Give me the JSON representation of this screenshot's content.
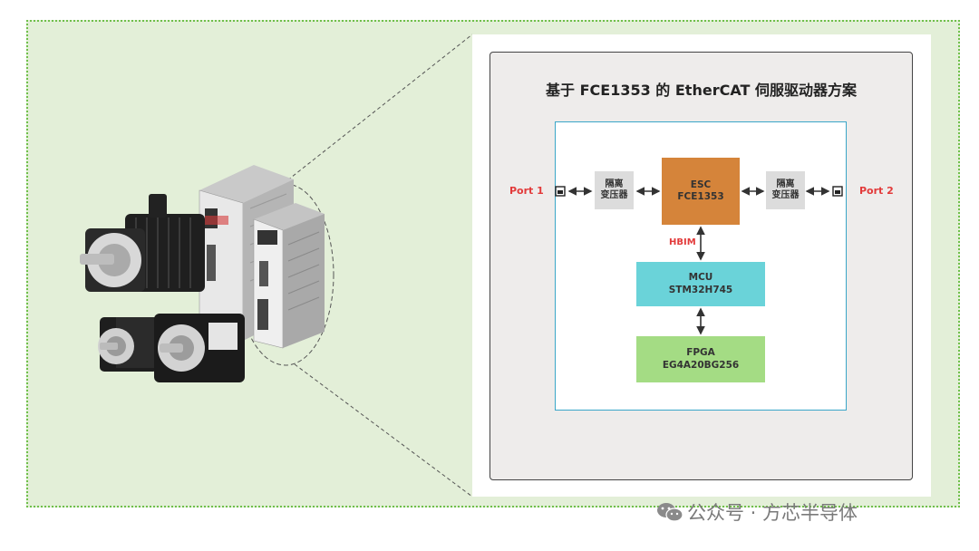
{
  "diagram": {
    "title": "基于 FCE1353 的 EtherCAT 伺服驱动器方案",
    "port1": "Port 1",
    "port2": "Port 2",
    "iso_left": [
      "隔离",
      "变压器"
    ],
    "iso_right": [
      "隔离",
      "变压器"
    ],
    "esc": [
      "ESC",
      "FCE1353"
    ],
    "hbim": "HBIM",
    "mcu": [
      "MCU",
      "STM32H745"
    ],
    "fpga": [
      "FPGA",
      "EG4A20BG256"
    ]
  },
  "watermark": {
    "icon": "wechat-icon",
    "text": "公众号 · 方芯半导体"
  },
  "colors": {
    "frame_bg": "#e3efd8",
    "frame_border": "#6fbf4a",
    "esc": "#d5843a",
    "mcu": "#6ad3d9",
    "fpga": "#a4dc84",
    "isolation": "#dcdcdc",
    "port_label": "#e23a3a",
    "inner_border": "#3aa6c8"
  }
}
